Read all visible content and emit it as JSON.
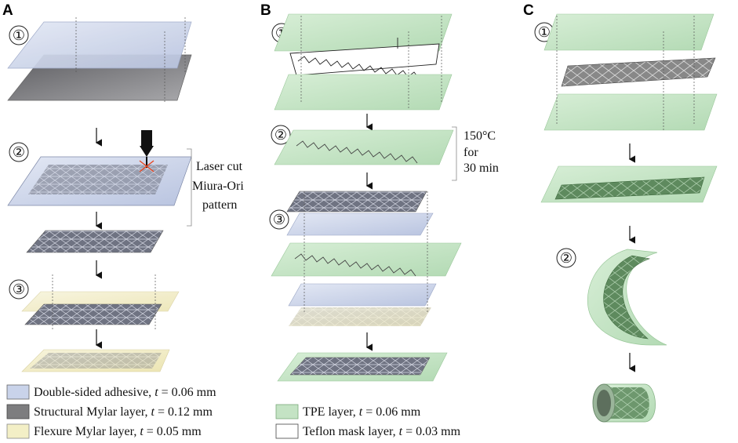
{
  "panels": {
    "a": {
      "letter": "A",
      "steps": [
        "①",
        "②",
        "③"
      ],
      "laser_label": [
        "Laser cut",
        "Miura-Ori",
        "pattern"
      ]
    },
    "b": {
      "letter": "B",
      "steps": [
        "①",
        "②",
        "③"
      ],
      "heat_label": [
        "150°C",
        "for",
        "30 min"
      ]
    },
    "c": {
      "letter": "C",
      "steps": [
        "①",
        "②"
      ]
    }
  },
  "legend": [
    {
      "label": "Double-sided adhesive, ",
      "t": "t",
      "value": " = 0.06 mm",
      "color": "#c9d3ea"
    },
    {
      "label": "Structural Mylar layer, ",
      "t": "t",
      "value": " = 0.12 mm",
      "color": "#7d7d7f"
    },
    {
      "label": "Flexure Mylar layer, ",
      "t": "t",
      "value": " = 0.05 mm",
      "color": "#f3efc6"
    },
    {
      "label": "TPE layer, ",
      "t": "t",
      "value": " = 0.06 mm",
      "color": "#c4e3c4"
    },
    {
      "label": "Teflon mask layer, ",
      "t": "t",
      "value": " = 0.03 mm",
      "color": "#ffffff"
    }
  ],
  "colors": {
    "adhesive": "#c9d3ea",
    "mylar": "#8a8a8c",
    "flexure": "#f3efc6",
    "tpe": "#c4e3c4",
    "laser": "#e8451f"
  }
}
